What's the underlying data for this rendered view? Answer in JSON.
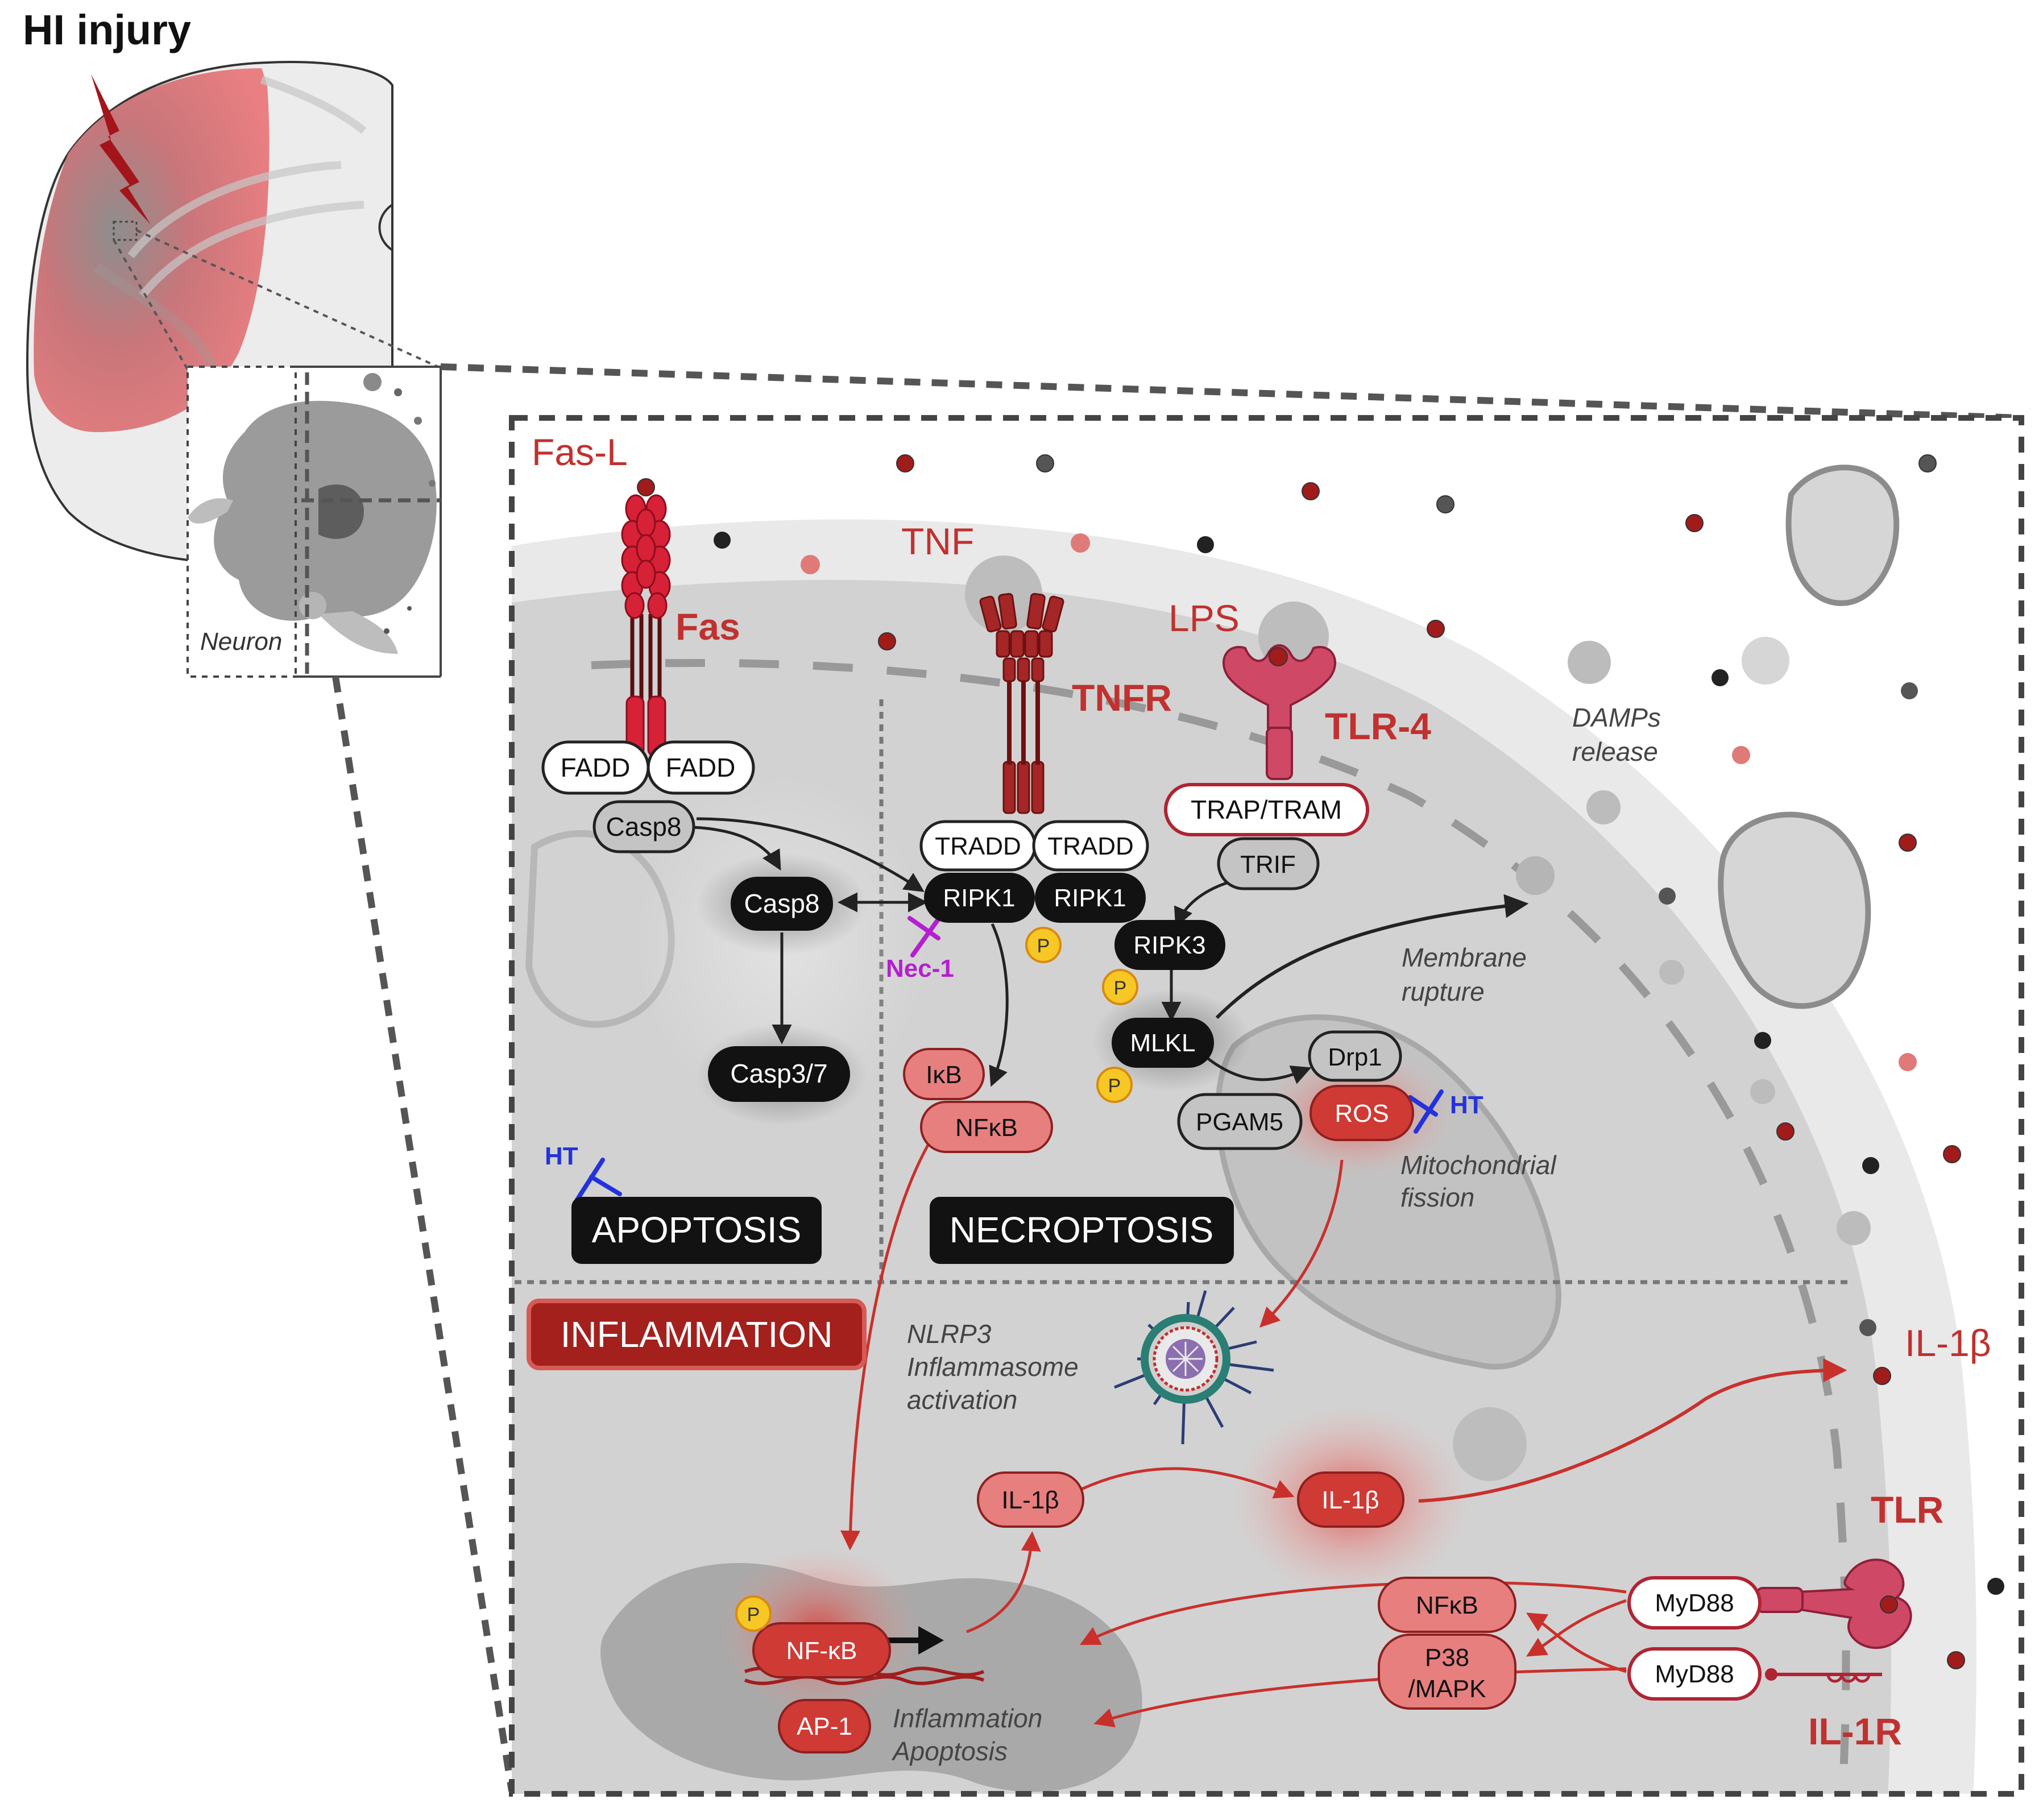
{
  "title": "HI injury",
  "neuron_label": "Neuron",
  "ligands": {
    "fas_l": "Fas-L",
    "tnf": "TNF",
    "lps": "LPS",
    "il1b_out": "IL-1β"
  },
  "receptors": {
    "fas": "Fas",
    "tnfr": "TNFR",
    "tlr4": "TLR-4",
    "tlr": "TLR",
    "il1r": "IL-1R"
  },
  "nodes": {
    "fadd_1": "FADD",
    "fadd_2": "FADD",
    "casp8_top": "Casp8",
    "casp8": "Casp8",
    "casp37": "Casp3/7",
    "tradd_1": "TRADD",
    "tradd_2": "TRADD",
    "ripk1_1": "RIPK1",
    "ripk1_2": "RIPK1",
    "trap_tram": "TRAP/TRAM",
    "trif": "TRIF",
    "ripk3": "RIPK3",
    "mlkl": "MLKL",
    "ikb": "IκB",
    "nfkb_1": "NFκB",
    "drp1": "Drp1",
    "pgam5": "PGAM5",
    "ros": "ROS",
    "il1b_1": "IL-1β",
    "il1b_2": "IL-1β",
    "nfkb_2": "NFκB",
    "p38_line1": "P38",
    "p38_line2": "/MAPK",
    "myd88_1": "MyD88",
    "myd88_2": "MyD88",
    "nf_kb_nuc": "NF-κB",
    "ap1": "AP-1",
    "phospho": "P"
  },
  "inhibitors": {
    "nec1": "Nec-1",
    "ht_1": "HT",
    "ht_2": "HT"
  },
  "sections": {
    "apoptosis": "APOPTOSIS",
    "necroptosis": "NECROPTOSIS",
    "inflammation": "INFLAMMATION"
  },
  "notes": {
    "damps_1": "DAMPs",
    "damps_2": "release",
    "membrane_1": "Membrane",
    "membrane_2": "rupture",
    "mito_1": "Mitochondrial",
    "mito_2": "fission",
    "nlrp3_1": "NLRP3",
    "nlrp3_2": "Inflammasome",
    "nlrp3_3": "activation",
    "outcome_1": "Inflammation",
    "outcome_2": "Apoptosis"
  },
  "colors": {
    "red_text": "#c0312f",
    "dark_red": "#9c1c1c",
    "black_node": "#121212",
    "gray_node": "#c4c4c4",
    "pink_node": "#e77f7f",
    "red_node": "#cf3a35",
    "inhibitor_purple": "#b41fd0",
    "inhibitor_blue": "#2233dd",
    "phospho_yellow": "#f7c825"
  }
}
